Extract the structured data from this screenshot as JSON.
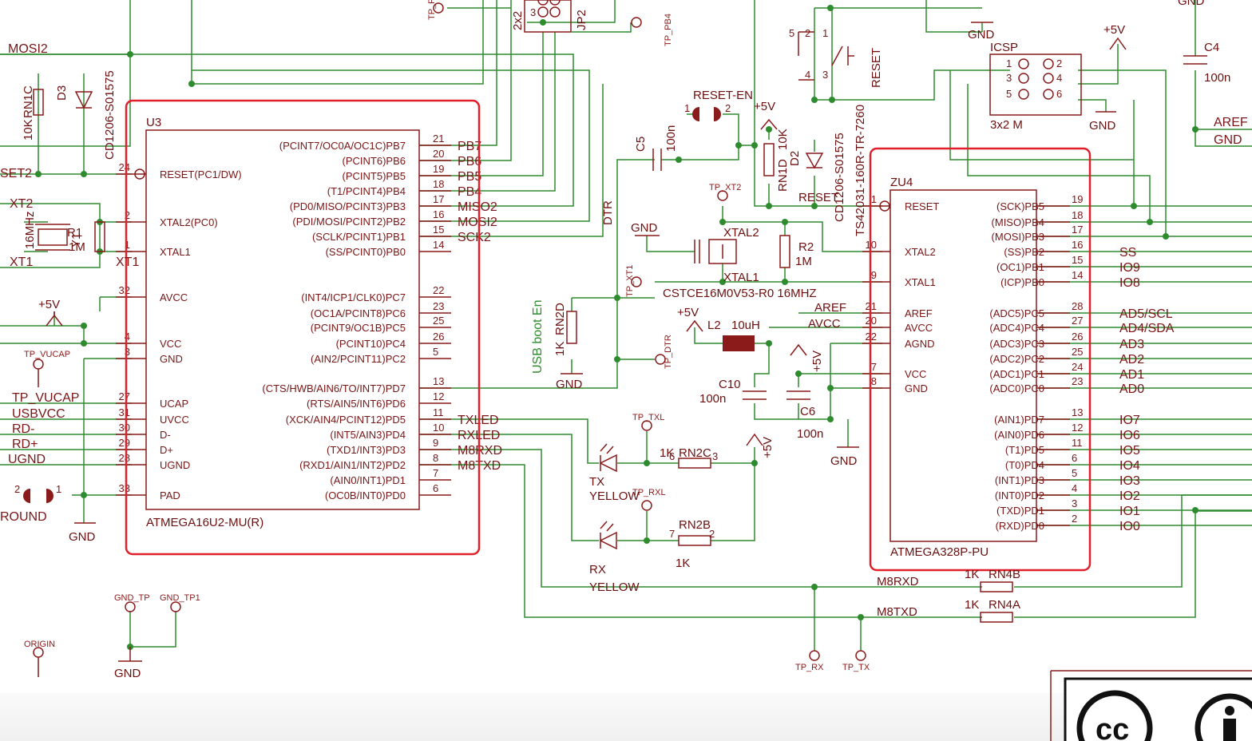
{
  "schematic": {
    "u3": {
      "ref": "U3",
      "part": "ATMEGA16U2-MU(R)",
      "left_pins": [
        {
          "num": "24",
          "name": "RESET(PC1/DW)"
        },
        {
          "num": "2",
          "name": "XTAL2(PC0)"
        },
        {
          "num": "1",
          "name": "XTAL1"
        },
        {
          "num": "32",
          "name": "AVCC"
        },
        {
          "num": "4",
          "name": "VCC"
        },
        {
          "num": "3",
          "name": "GND"
        },
        {
          "num": "27",
          "name": "UCAP"
        },
        {
          "num": "31",
          "name": "UVCC"
        },
        {
          "num": "30",
          "name": "D-"
        },
        {
          "num": "29",
          "name": "D+"
        },
        {
          "num": "28",
          "name": "UGND"
        },
        {
          "num": "33",
          "name": "PAD"
        }
      ],
      "right_pins": [
        {
          "num": "21",
          "name": "(PCINT7/OC0A/OC1C)PB7",
          "net": "PB7"
        },
        {
          "num": "20",
          "name": "(PCINT6)PB6",
          "net": "PB6"
        },
        {
          "num": "19",
          "name": "(PCINT5)PB5",
          "net": "PB5"
        },
        {
          "num": "18",
          "name": "(T1/PCINT4)PB4",
          "net": "PB4"
        },
        {
          "num": "17",
          "name": "(PD0/MISO/PCINT3)PB3",
          "net": "MISO2"
        },
        {
          "num": "16",
          "name": "(PDI/MOSI/PCINT2)PB2",
          "net": "MOSI2"
        },
        {
          "num": "15",
          "name": "(SCLK/PCINT1)PB1",
          "net": "SCK2"
        },
        {
          "num": "14",
          "name": "(SS/PCINT0)PB0",
          "net": ""
        },
        {
          "num": "22",
          "name": "(INT4/ICP1/CLK0)PC7",
          "net": ""
        },
        {
          "num": "23",
          "name": "(OC1A/PCINT8)PC6",
          "net": ""
        },
        {
          "num": "25",
          "name": "(PCINT9/OC1B)PC5",
          "net": ""
        },
        {
          "num": "26",
          "name": "(PCINT10)PC4",
          "net": ""
        },
        {
          "num": "5",
          "name": "(AIN2/PCINT11)PC2",
          "net": ""
        },
        {
          "num": "13",
          "name": "(CTS/HWB/AIN6/TO/INT7)PD7",
          "net": ""
        },
        {
          "num": "12",
          "name": "(RTS/AIN5/INT6)PD6",
          "net": ""
        },
        {
          "num": "11",
          "name": "(XCK/AIN4/PCINT12)PD5",
          "net": "TXLED"
        },
        {
          "num": "10",
          "name": "(INT5/AIN3)PD4",
          "net": "RXLED"
        },
        {
          "num": "9",
          "name": "(TXD1/INT3)PD3",
          "net": "M8RXD"
        },
        {
          "num": "8",
          "name": "(RXD1/AIN1/INT2)PD2",
          "net": "M8TXD"
        },
        {
          "num": "7",
          "name": "(AIN0/INT1)PD1",
          "net": ""
        },
        {
          "num": "6",
          "name": "(OC0B/INT0)PD0",
          "net": ""
        }
      ]
    },
    "zu4": {
      "ref": "ZU4",
      "part": "ATMEGA328P-PU",
      "left_pins": [
        {
          "num": "1",
          "name": "RESET"
        },
        {
          "num": "10",
          "name": "XTAL2"
        },
        {
          "num": "9",
          "name": "XTAL1"
        },
        {
          "num": "21",
          "name": "AREF"
        },
        {
          "num": "20",
          "name": "AVCC"
        },
        {
          "num": "22",
          "name": "AGND"
        },
        {
          "num": "7",
          "name": "VCC"
        },
        {
          "num": "8",
          "name": "GND"
        }
      ],
      "right_pins": [
        {
          "num": "19",
          "name": "(SCK)PB5",
          "net": ""
        },
        {
          "num": "18",
          "name": "(MISO)PB4",
          "net": ""
        },
        {
          "num": "17",
          "name": "(MOSI)PB3",
          "net": ""
        },
        {
          "num": "16",
          "name": "(SS)PB2",
          "net": "SS"
        },
        {
          "num": "15",
          "name": "(OC1)PB1",
          "net": "IO9"
        },
        {
          "num": "14",
          "name": "(ICP)PB0",
          "net": "IO8"
        },
        {
          "num": "28",
          "name": "(ADC5)PC5",
          "net": "AD5/SCL"
        },
        {
          "num": "27",
          "name": "(ADC4)PC4",
          "net": "AD4/SDA"
        },
        {
          "num": "26",
          "name": "(ADC3)PC3",
          "net": "AD3"
        },
        {
          "num": "25",
          "name": "(ADC2)PC2",
          "net": "AD2"
        },
        {
          "num": "24",
          "name": "(ADC1)PC1",
          "net": "AD1"
        },
        {
          "num": "23",
          "name": "(ADC0)PC0",
          "net": "AD0"
        },
        {
          "num": "13",
          "name": "(AIN1)PD7",
          "net": "IO7"
        },
        {
          "num": "12",
          "name": "(AIN0)PD6",
          "net": "IO6"
        },
        {
          "num": "11",
          "name": "(T1)PD5",
          "net": "IO5"
        },
        {
          "num": "6",
          "name": "(T0)PD4",
          "net": "IO4"
        },
        {
          "num": "5",
          "name": "(INT1)PD3",
          "net": "IO3"
        },
        {
          "num": "4",
          "name": "(INT0)PD2",
          "net": "IO2"
        },
        {
          "num": "3",
          "name": "(TXD)PD1",
          "net": "IO1"
        },
        {
          "num": "2",
          "name": "(RXD)PD0",
          "net": "IO0"
        }
      ]
    },
    "labels": {
      "mosi2_left": "MOSI2",
      "rn1c": "RN1C",
      "rn1c_val": "10K",
      "d3": "D3",
      "cd_left": "CD1206-S01575",
      "reset2": "SET2",
      "xt2": "XT2",
      "xt1": "XT1",
      "xt1b": "XT1",
      "y1": "Y1",
      "y1_val": "16MHz",
      "r1": "R1",
      "r1_val": "1M",
      "plus5v_left": "+5V",
      "tp_vucap": "TP_VUCAP",
      "tp_vucap2": "TP_VUCAP",
      "usbvcc": "USBVCC",
      "rdm": "RD-",
      "rdp": "RD+",
      "ugnd": "UGND",
      "ground": "ROUND",
      "gnd_u3": "GND",
      "jp2": "JP2",
      "jp2_side": "2x2",
      "tp_pb4": "TP_PB4",
      "tp_f": "TP_F",
      "c5": "C5",
      "c5_val": "100n",
      "dtr": "DTR",
      "reset_en": "RESET-EN",
      "plus5v_mid": "+5V",
      "rn1d": "RN1D",
      "rn1d_val": "10K",
      "d2": "D2",
      "cd_mid": "CD1206-S01575",
      "reset_net": "RESET",
      "ts_switch": "TS42031-160R-TR-7260",
      "reset_sw": "RESET",
      "gnd_top": "GND",
      "icsp": "ICSP",
      "icsp_val": "3x2 M",
      "gnd_icsp": "GND",
      "plus5v_icsp": "+5V",
      "c4": "C4",
      "c4_val": "100n",
      "gnd_c4": "GND",
      "aref_net": "AREF",
      "gnd_right": "GND",
      "tp_xt2": "TP_XT2",
      "gnd_xtal": "GND",
      "xtal2_lbl": "XTAL2",
      "xtal1_lbl": "XTAL1",
      "r2": "R2",
      "r2_val": "1M",
      "tp_xt1": "TP_XT1",
      "cstce": "CSTCE16M0V53-R0 16MHZ",
      "usb_boot": "USB boot En",
      "rn2d": "RN2D",
      "rn2d_val": "1K",
      "gnd_rn2d": "GND",
      "tp_dtr": "TP_DTR",
      "plus5v_l2": "+5V",
      "l2": "L2",
      "l2_val": "10uH",
      "aref_lbl": "AREF",
      "avcc_lbl": "AVCC",
      "plus5v_c6": "+5V",
      "c10": "C10",
      "c10_val": "100n",
      "c6": "C6",
      "c6_val": "100n",
      "gnd_c6": "GND",
      "tp_txl": "TP_TXL",
      "tp_rxl": "TP_RXL",
      "rn2c": "RN2C",
      "rn2c_val": "1K",
      "rn2b": "RN2B",
      "rn2b_val": "1K",
      "plus5v_led": "+5V",
      "tx_led": "TX",
      "tx_color": "YELLOW",
      "rx_led": "RX",
      "rx_color": "YELLOW",
      "m8rxd": "M8RXD",
      "m8txd": "M8TXD",
      "rn4b": "RN4B",
      "rn4b_val": "1K",
      "rn4a": "RN4A",
      "rn4a_val": "1K",
      "tp_rx": "TP_RX",
      "tp_tx": "TP_TX",
      "gnd_tp": "GND_TP",
      "gnd_tp1": "GND_TP1",
      "gnd_tp_sym": "GND",
      "origin": "ORIGIN"
    },
    "license_badge": {
      "cc": "cc",
      "by": "i"
    }
  }
}
